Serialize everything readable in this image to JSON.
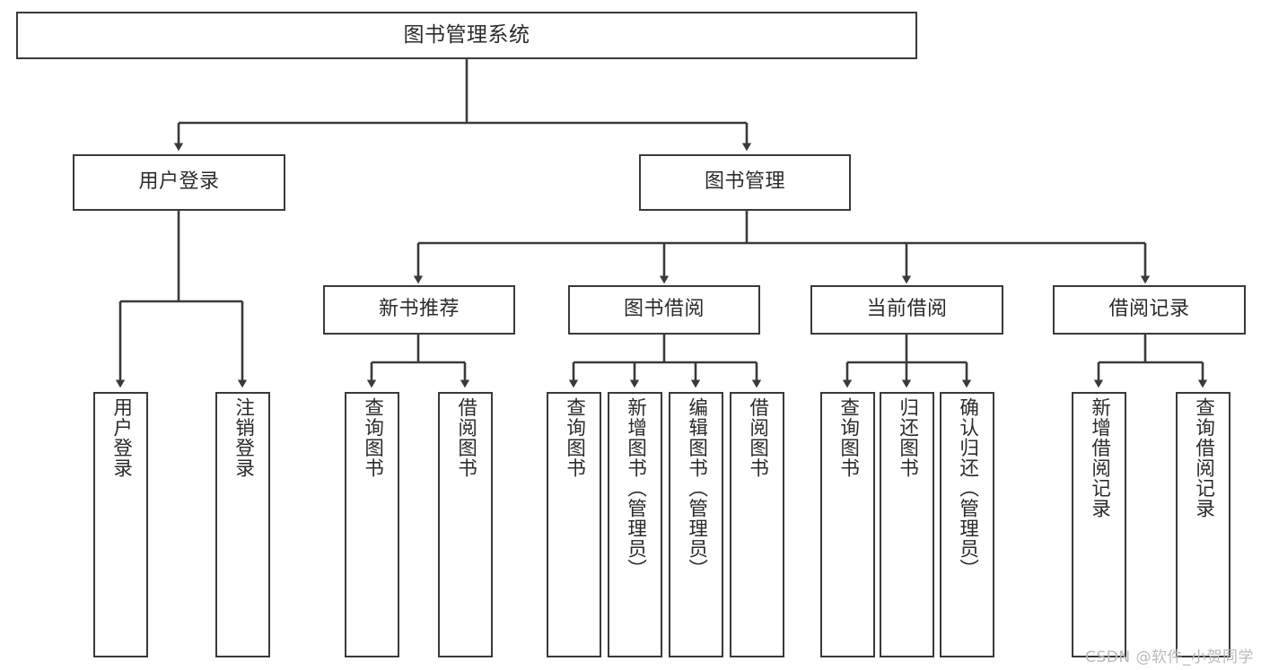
{
  "diagram": {
    "title": "图书管理系统",
    "type": "tree-hierarchy-chart",
    "root": {
      "id": "root",
      "label": "图书管理系统"
    },
    "level2": [
      {
        "id": "user-login",
        "label": "用户登录"
      },
      {
        "id": "book-management",
        "label": "图书管理"
      }
    ],
    "level3": [
      {
        "id": "new-book-recommend",
        "label": "新书推荐",
        "parent": "book-management"
      },
      {
        "id": "book-borrow",
        "label": "图书借阅",
        "parent": "book-management"
      },
      {
        "id": "current-borrow",
        "label": "当前借阅",
        "parent": "book-management"
      },
      {
        "id": "borrow-record",
        "label": "借阅记录",
        "parent": "book-management"
      }
    ],
    "leaves": {
      "user_login": [
        {
          "id": "leaf-user-login",
          "label": "用户登录"
        },
        {
          "id": "leaf-logout-login",
          "label": "注销登录"
        }
      ],
      "new_book_recommend": [
        {
          "id": "leaf-query-book-1",
          "label": "查询图书"
        },
        {
          "id": "leaf-borrow-book-1",
          "label": "借阅图书"
        }
      ],
      "book_borrow": [
        {
          "id": "leaf-query-book-2",
          "label": "查询图书"
        },
        {
          "id": "leaf-add-book",
          "label": "新增图书（管理员）"
        },
        {
          "id": "leaf-edit-book",
          "label": "编辑图书（管理员）"
        },
        {
          "id": "leaf-borrow-book-2",
          "label": "借阅图书"
        }
      ],
      "current_borrow": [
        {
          "id": "leaf-query-book-3",
          "label": "查询图书"
        },
        {
          "id": "leaf-return-book",
          "label": "归还图书"
        },
        {
          "id": "leaf-confirm-return",
          "label": "确认归还（管理员）"
        }
      ],
      "borrow_record": [
        {
          "id": "leaf-add-borrow-record",
          "label": "新增借阅记录"
        },
        {
          "id": "leaf-query-borrow-record",
          "label": "查询借阅记录"
        }
      ]
    },
    "colors": {
      "stroke": "#3a3a3a",
      "background": "#ffffff",
      "text": "#2b2b2b",
      "watermark": "#b9b9b9"
    }
  },
  "watermark": {
    "text": "CSDN @软件_小贺同学"
  }
}
